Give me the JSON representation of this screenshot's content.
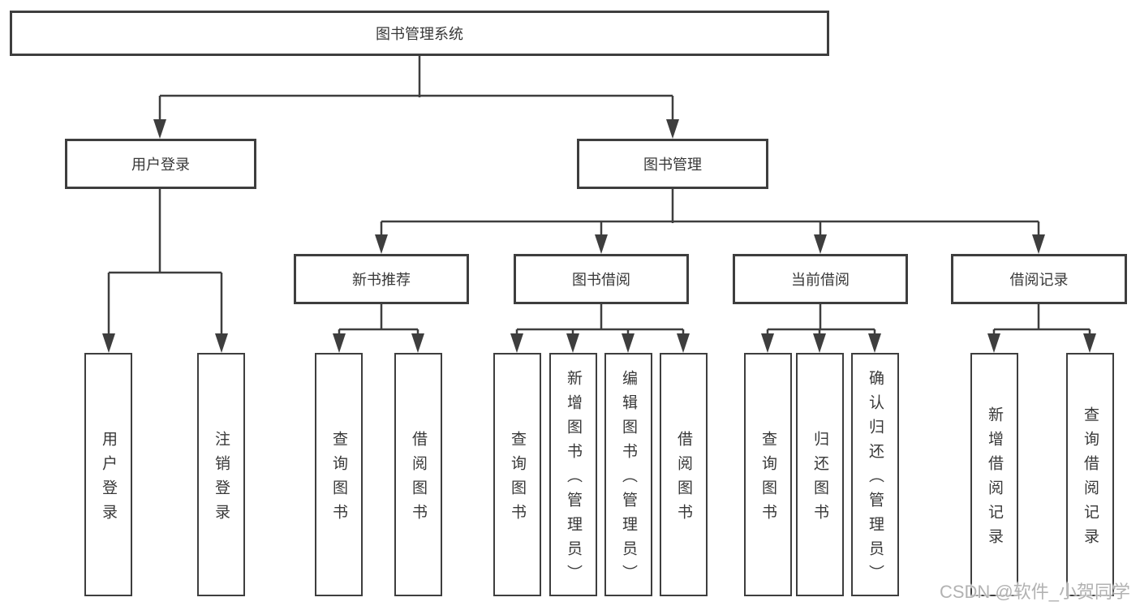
{
  "diagram": {
    "root": {
      "label": "图书管理系统"
    },
    "branches": [
      {
        "label": "用户登录",
        "children": [
          {
            "label": "用户登录"
          },
          {
            "label": "注销登录"
          }
        ]
      },
      {
        "label": "图书管理",
        "children": [
          {
            "label": "新书推荐",
            "children": [
              {
                "label": "查询图书"
              },
              {
                "label": "借阅图书"
              }
            ]
          },
          {
            "label": "图书借阅",
            "children": [
              {
                "label": "查询图书"
              },
              {
                "label": "新增图书（管理员）"
              },
              {
                "label": "编辑图书（管理员）"
              },
              {
                "label": "借阅图书"
              }
            ]
          },
          {
            "label": "当前借阅",
            "children": [
              {
                "label": "查询图书"
              },
              {
                "label": "归还图书"
              },
              {
                "label": "确认归还（管理员）"
              }
            ]
          },
          {
            "label": "借阅记录",
            "children": [
              {
                "label": "新增借阅记录"
              },
              {
                "label": "查询借阅记录"
              }
            ]
          }
        ]
      }
    ],
    "watermark": "CSDN @软件_小贺同学",
    "colors": {
      "line": "#3e3e3e",
      "text": "#383838",
      "watermark": "#b2b2b2",
      "background": "#ffffff"
    }
  }
}
